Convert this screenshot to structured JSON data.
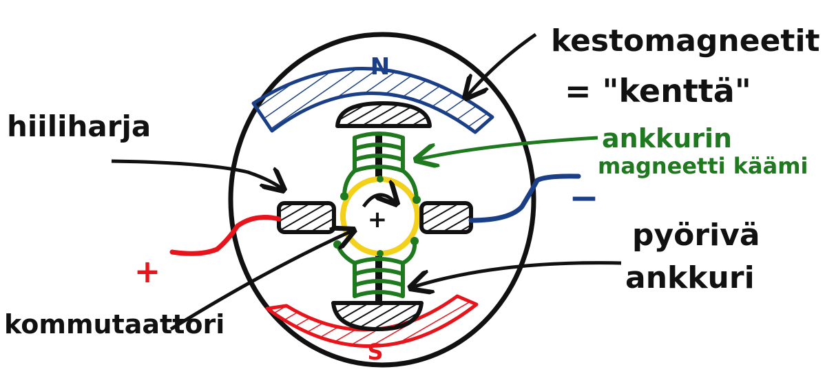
{
  "labels": {
    "permanent_magnets": "kestomagneetit",
    "field": "= \"kenttä\"",
    "brush": "hiiliharja",
    "armature_coil_1": "ankkurin",
    "armature_coil_2": "magneetti käämi",
    "rotating_1": "pyörivä",
    "rotating_2": "ankkuri",
    "commutator": "kommutaattori",
    "plus": "+",
    "minus": "−",
    "north": "N",
    "south": "S"
  },
  "colors": {
    "ink": "#111111",
    "north_magnet": "#1a3f86",
    "south_magnet": "#e8141c",
    "coil": "#1f7a1f",
    "commutator": "#f3d01a",
    "positive_wire": "#e8141c",
    "negative_wire": "#1a3f86"
  }
}
